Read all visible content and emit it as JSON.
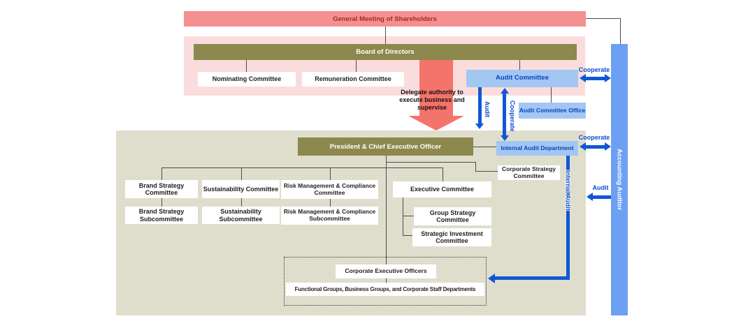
{
  "governance": {
    "general_meeting": "General Meeting of Shareholders",
    "board_of_directors": "Board of Directors",
    "nominating_committee": "Nominating Committee",
    "remuneration_committee": "Remuneration Committee",
    "audit_committee": "Audit Committee",
    "audit_committee_office": "Audit Committee Office",
    "delegate_note": "Delegate authority to execute business and supervise"
  },
  "executive": {
    "president": "President & Chief Executive Officer",
    "internal_audit_department": "Internal Audit Department",
    "corporate_strategy_committee": "Corporate Strategy Committee",
    "committees": [
      {
        "label": "Brand Strategy Committee",
        "sub": "Brand Strategy Subcommittee"
      },
      {
        "label": "Sustainability Committee",
        "sub": "Sustainability Subcommittee"
      },
      {
        "label": "Risk Management & Compliance Committee",
        "sub": "Risk Management & Compliance Subcommittee"
      }
    ],
    "executive_committee": "Executive Committee",
    "group_strategy_committee": "Group Strategy Committee",
    "strategic_investment_committee": "Strategic Investment Committee",
    "corporate_executive_officers": "Corporate Executive Officers",
    "functional_groups": "Functional Groups, Business Groups, and Corporate Staff Departments"
  },
  "auditor": {
    "accounting_auditor": "Accounting Auditor"
  },
  "labels": {
    "cooperate_top": "Cooperate",
    "cooperate_mid": "Cooperate",
    "cooperate_vertical": "Cooperate",
    "audit_vertical": "Audit",
    "audit_right": "Audit",
    "internal_audit": "Internal Audit"
  },
  "colors": {
    "salmon": "#f59090",
    "pink": "#fbdcdc",
    "olive": "#8c884e",
    "beige": "#dfdecd",
    "light_blue": "#a2c7f2",
    "auditor_blue": "#6da0f3",
    "arrow_blue": "#1057d6",
    "arrow_red": "#f4736b"
  }
}
